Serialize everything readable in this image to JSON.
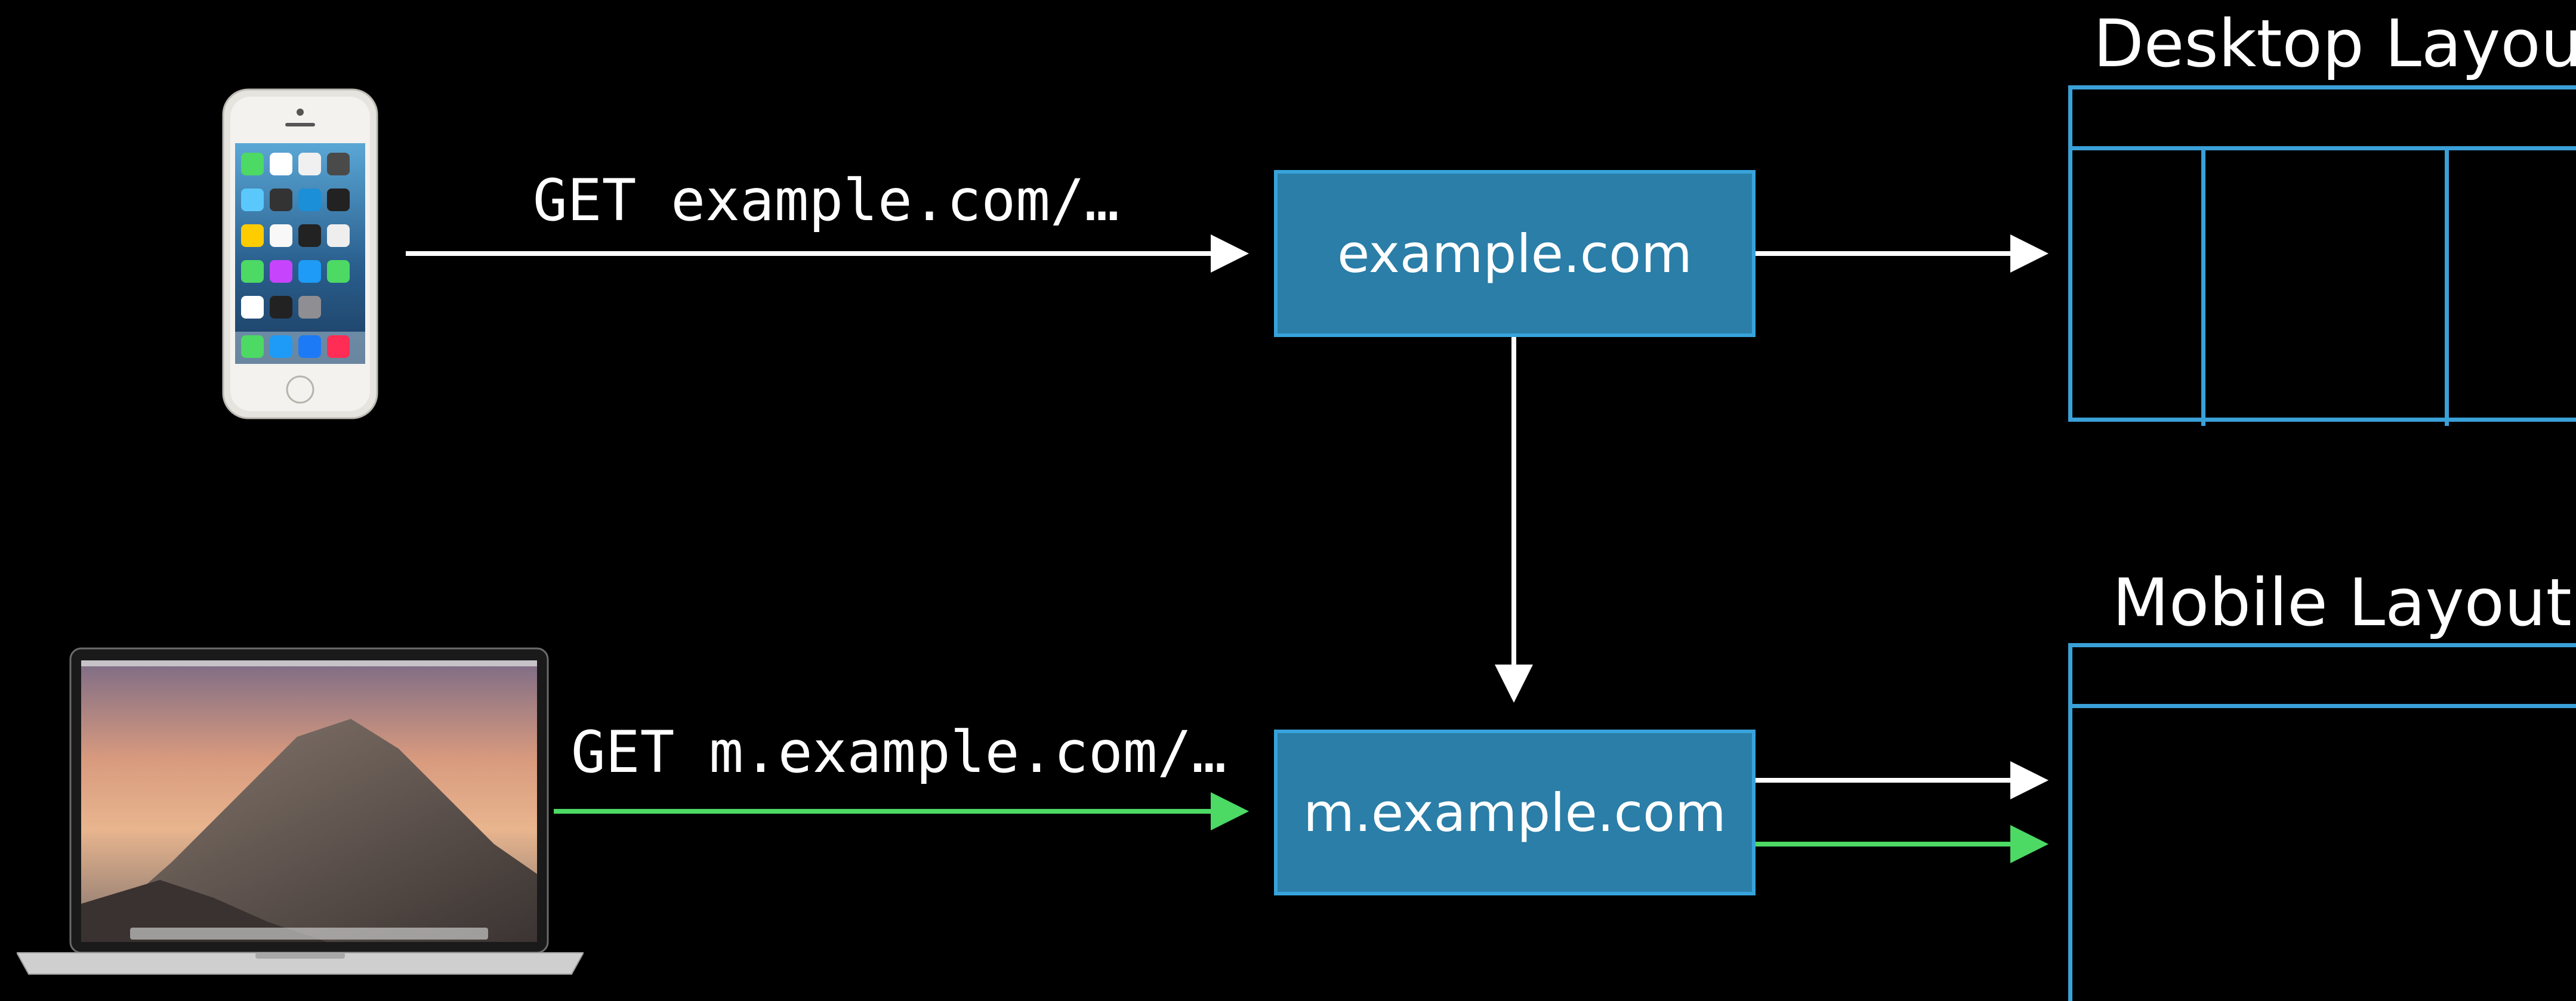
{
  "requests": {
    "top_label": "GET example.com/…",
    "bottom_label": "GET m.example.com/…"
  },
  "servers": {
    "desktop_server": "example.com",
    "mobile_server": "m.example.com"
  },
  "layouts": {
    "desktop_title": "Desktop Layout",
    "mobile_title": "Mobile Layout"
  },
  "colors": {
    "background": "#000000",
    "box_fill": "#2a7ea7",
    "box_border": "#37a3dc",
    "wireframe": "#3aa0d8",
    "arrow_white": "#ffffff",
    "arrow_green": "#4cd964"
  },
  "devices": {
    "phone": "iphone-icon",
    "laptop": "macbook-icon"
  }
}
